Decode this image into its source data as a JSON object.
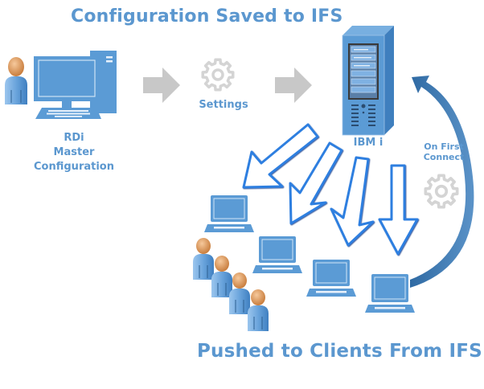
{
  "diagram": {
    "title_top": "Configuration Saved to IFS",
    "title_bottom": "Pushed to Clients From IFS",
    "master": {
      "lines": [
        "RDi",
        "Master",
        "Configuration"
      ]
    },
    "settings_label": "Settings",
    "server_label": "IBM i",
    "return_label": [
      "On First",
      "Connect"
    ],
    "colors": {
      "text_blue": "#5b97cf",
      "device_blue": "#5b9bd5",
      "arrow_gray": "#c8c8c8",
      "gear_gray": "#d4d4d4",
      "curve_blue": "#3f78ad",
      "outline_arrow_stroke": "#2e6fd0"
    },
    "icons": {
      "user": "person-icon",
      "desktop": "desktop-computer-icon",
      "gear": "gear-icon",
      "server": "server-tower-icon",
      "laptop": "laptop-icon",
      "flow_arrow": "right-arrow-icon",
      "push_arrow": "outline-arrow-icon",
      "return_arrow": "curved-arrow-icon"
    },
    "client_count": 4,
    "user_group_count": 4
  }
}
